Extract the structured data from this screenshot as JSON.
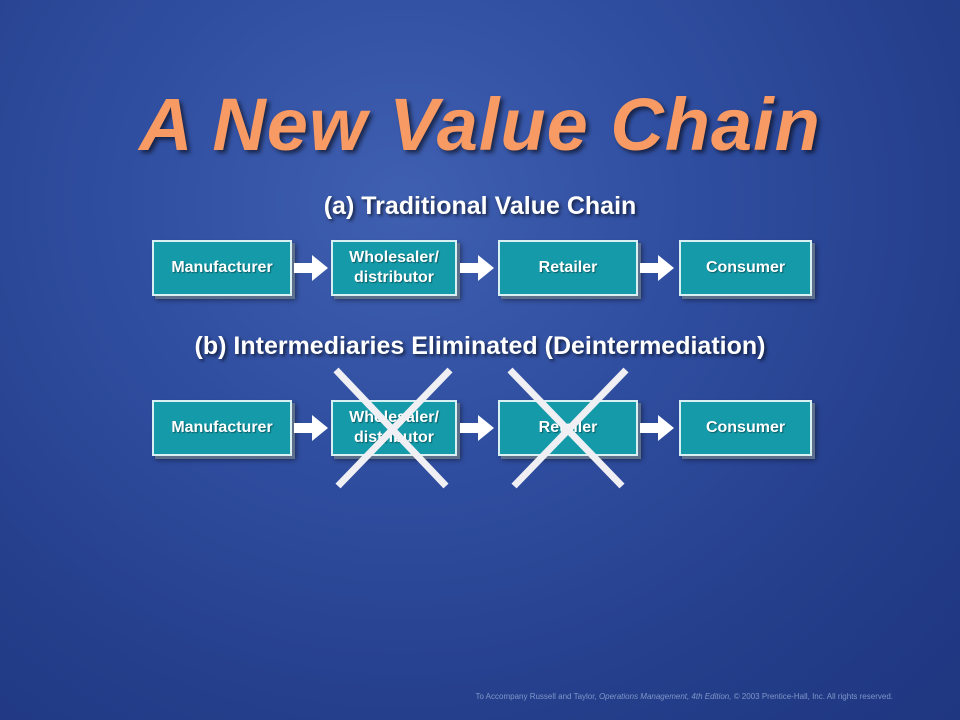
{
  "title": "A New Value Chain",
  "section_a": {
    "heading": "(a) Traditional Value Chain",
    "nodes": [
      "Manufacturer",
      "Wholesaler/\ndistributor",
      "Retailer",
      "Consumer"
    ]
  },
  "section_b": {
    "heading": "(b) Intermediaries Eliminated (Deintermediation)",
    "nodes": [
      "Manufacturer",
      "Wholesaler/\ndistributor",
      "Retailer",
      "Consumer"
    ],
    "eliminated": [
      "Wholesaler/\ndistributor",
      "Retailer"
    ]
  },
  "footer": {
    "prefix": "To Accompany Russell and Taylor, ",
    "book": "Operations Management, 4th Edition,",
    "suffix": "  © 2003 Prentice-Hall, Inc. All rights reserved."
  },
  "colors": {
    "title": "#f79a63",
    "box": "#149aa8",
    "arrow": "#ffffff",
    "cross": "#f0f0f4"
  }
}
